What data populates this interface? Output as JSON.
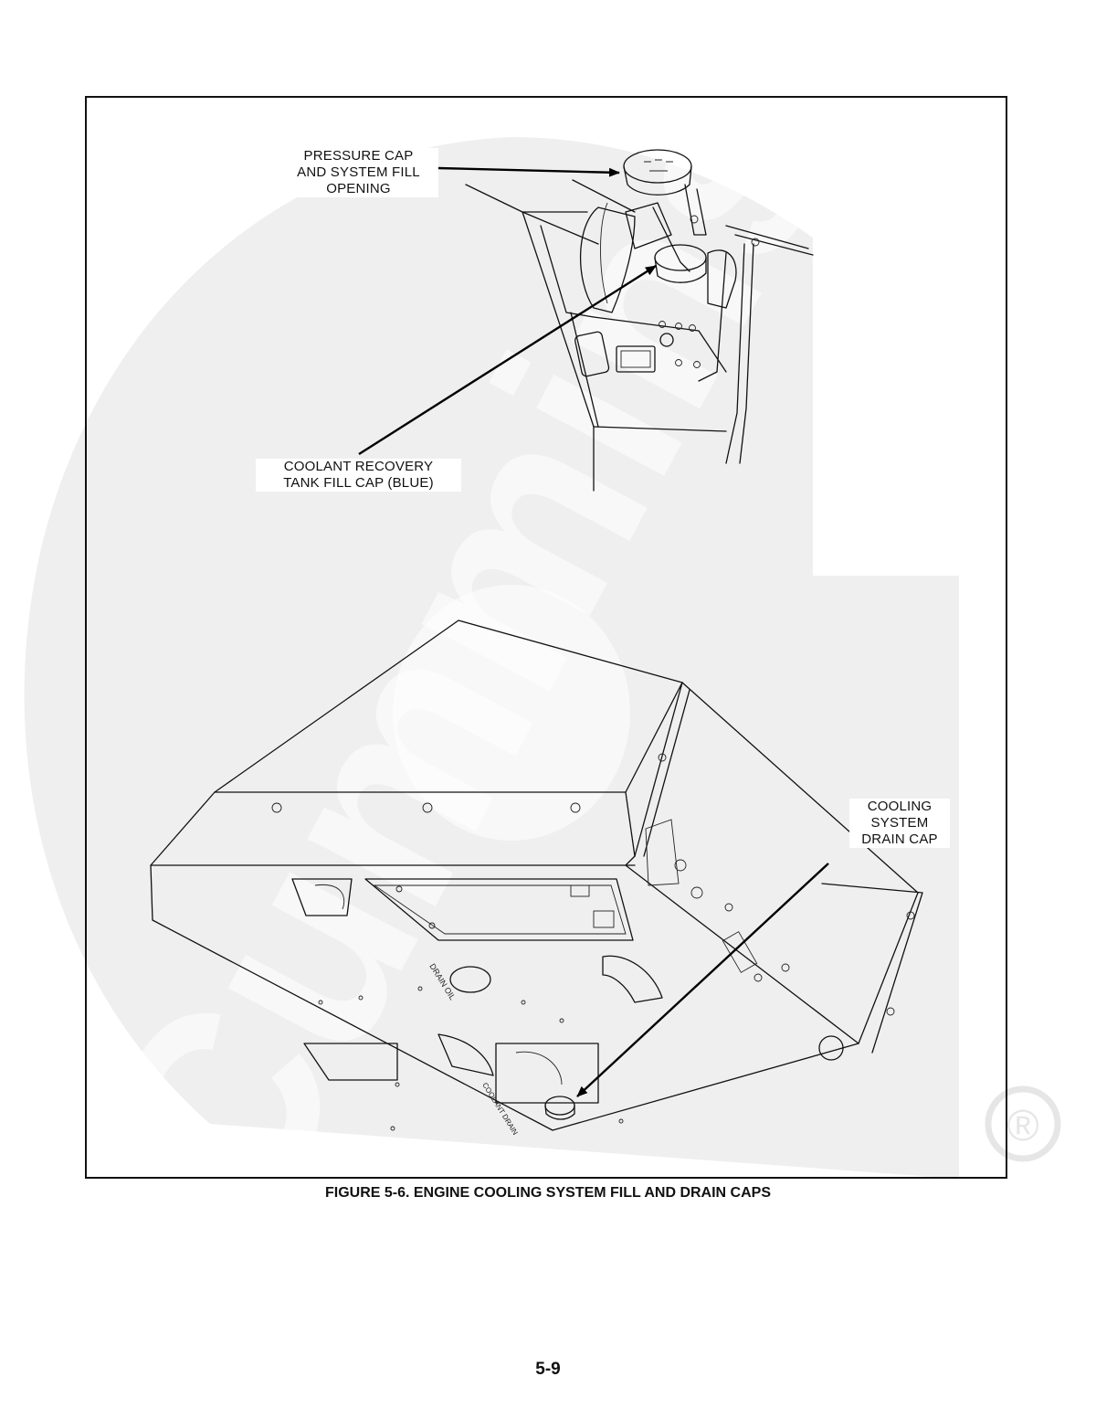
{
  "watermark": {
    "brand_text": "Cummins",
    "registered_mark": "®",
    "color": "#efefef"
  },
  "figure": {
    "callouts": {
      "pressure_cap": [
        "PRESSURE CAP",
        "AND SYSTEM FILL",
        "OPENING"
      ],
      "recovery_tank": [
        "COOLANT RECOVERY",
        "TANK FILL CAP (BLUE)"
      ],
      "drain_cap": [
        "COOLING",
        "SYSTEM",
        "DRAIN CAP"
      ]
    },
    "part_labels": {
      "drain_oil": "DRAIN OIL",
      "coolant_drain": "COOLANT DRAIN"
    },
    "caption": "FIGURE 5-6. ENGINE COOLING SYSTEM FILL AND DRAIN CAPS"
  },
  "page": {
    "number": "5-9"
  }
}
